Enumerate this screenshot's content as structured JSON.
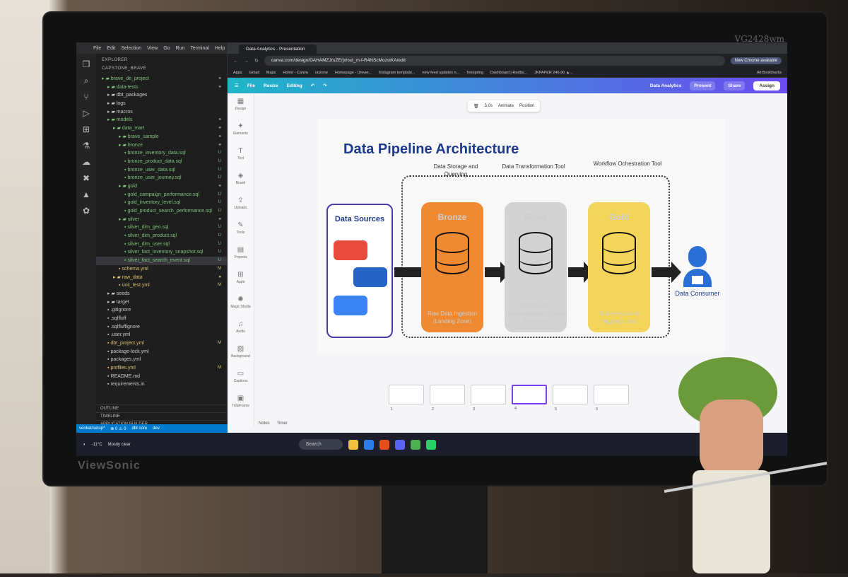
{
  "monitor": {
    "brand": "ViewSonic",
    "model": "VG2428wm"
  },
  "vscode": {
    "menu": [
      "File",
      "Edit",
      "Selection",
      "View",
      "Go",
      "Run",
      "Terminal",
      "Help"
    ],
    "explorer_label": "EXPLORER",
    "project": "CAPSTONE_BRAVE",
    "tree": [
      {
        "name": "brave_de_project",
        "indent": 0,
        "color": "g",
        "icon": "folder",
        "status": "●"
      },
      {
        "name": "data-tests",
        "indent": 1,
        "color": "g",
        "icon": "folder",
        "status": "●"
      },
      {
        "name": "dbt_packages",
        "indent": 1,
        "color": "w",
        "icon": "folder",
        "status": ""
      },
      {
        "name": "logs",
        "indent": 1,
        "color": "w",
        "icon": "folder",
        "status": ""
      },
      {
        "name": "macros",
        "indent": 1,
        "color": "w",
        "icon": "folder",
        "status": ""
      },
      {
        "name": "models",
        "indent": 1,
        "color": "g",
        "icon": "folder",
        "status": "●"
      },
      {
        "name": "data_mart",
        "indent": 2,
        "color": "g",
        "icon": "folder",
        "status": "●"
      },
      {
        "name": "brave_sample",
        "indent": 3,
        "color": "g",
        "icon": "folder",
        "status": "●"
      },
      {
        "name": "bronze",
        "indent": 3,
        "color": "g",
        "icon": "folder",
        "status": "●"
      },
      {
        "name": "bronze_inventory_data.sql",
        "indent": 4,
        "color": "g",
        "icon": "file",
        "status": "U"
      },
      {
        "name": "bronze_product_data.sql",
        "indent": 4,
        "color": "g",
        "icon": "file",
        "status": "U"
      },
      {
        "name": "bronze_user_data.sql",
        "indent": 4,
        "color": "g",
        "icon": "file",
        "status": "U"
      },
      {
        "name": "bronze_user_journey.sql",
        "indent": 4,
        "color": "g",
        "icon": "file",
        "status": "U"
      },
      {
        "name": "gold",
        "indent": 3,
        "color": "g",
        "icon": "folder",
        "status": "●"
      },
      {
        "name": "gold_campaign_performance.sql",
        "indent": 4,
        "color": "g",
        "icon": "file",
        "status": "U"
      },
      {
        "name": "gold_inventory_level.sql",
        "indent": 4,
        "color": "g",
        "icon": "file",
        "status": "U"
      },
      {
        "name": "gold_product_search_performance.sql",
        "indent": 4,
        "color": "g",
        "icon": "file",
        "status": "U"
      },
      {
        "name": "silver",
        "indent": 3,
        "color": "g",
        "icon": "folder",
        "status": "●"
      },
      {
        "name": "silver_dim_geo.sql",
        "indent": 4,
        "color": "g",
        "icon": "file",
        "status": "U"
      },
      {
        "name": "silver_dim_product.sql",
        "indent": 4,
        "color": "g",
        "icon": "file",
        "status": "U"
      },
      {
        "name": "silver_dim_user.sql",
        "indent": 4,
        "color": "g",
        "icon": "file",
        "status": "U"
      },
      {
        "name": "silver_fact_inventory_snapshot.sql",
        "indent": 4,
        "color": "g",
        "icon": "file",
        "status": "U"
      },
      {
        "name": "silver_fact_search_event.sql",
        "indent": 4,
        "color": "g",
        "icon": "file",
        "status": "U"
      },
      {
        "name": "schema.yml",
        "indent": 3,
        "color": "y",
        "icon": "file",
        "status": "M"
      },
      {
        "name": "raw_data",
        "indent": 2,
        "color": "y",
        "icon": "folder",
        "status": "●"
      },
      {
        "name": "unit_test.yml",
        "indent": 3,
        "color": "y",
        "icon": "file",
        "status": "M"
      },
      {
        "name": "seeds",
        "indent": 1,
        "color": "w",
        "icon": "folder",
        "status": ""
      },
      {
        "name": "target",
        "indent": 1,
        "color": "w",
        "icon": "folder",
        "status": ""
      },
      {
        "name": ".gitignore",
        "indent": 1,
        "color": "w",
        "icon": "file",
        "status": ""
      },
      {
        "name": ".sqlfluff",
        "indent": 1,
        "color": "w",
        "icon": "file",
        "status": ""
      },
      {
        "name": ".sqlfluffignore",
        "indent": 1,
        "color": "w",
        "icon": "file",
        "status": ""
      },
      {
        "name": ".user.yml",
        "indent": 1,
        "color": "w",
        "icon": "file",
        "status": ""
      },
      {
        "name": "dbt_project.yml",
        "indent": 1,
        "color": "y",
        "icon": "file",
        "status": "M"
      },
      {
        "name": "package-lock.yml",
        "indent": 1,
        "color": "w",
        "icon": "file",
        "status": ""
      },
      {
        "name": "packages.yml",
        "indent": 1,
        "color": "w",
        "icon": "file",
        "status": ""
      },
      {
        "name": "profiles.yml",
        "indent": 1,
        "color": "y",
        "icon": "file",
        "status": "M"
      },
      {
        "name": "README.md",
        "indent": 1,
        "color": "w",
        "icon": "file",
        "status": ""
      },
      {
        "name": "requirements.in",
        "indent": 1,
        "color": "w",
        "icon": "file",
        "status": ""
      }
    ],
    "panels": [
      "OUTLINE",
      "TIMELINE",
      "APPLICATION BUILDER"
    ],
    "status": {
      "branch": "venkat/setup*",
      "errors": "⊗ 0 ⚠ 0",
      "dbt": "dbt core",
      "env": "dev"
    }
  },
  "browser": {
    "tab_title": "Data Analytics - Presentation",
    "url": "canva.com/design/DAHAMZJruZE/jxhsd_m-f-R4NScMozstKA/edit",
    "new_chrome": "New Chrome available",
    "bookmarks": [
      "Apps",
      "Gmail",
      "Maps",
      "Home - Canva",
      "uozone",
      "Homepage - Univer...",
      "Instagram template...",
      "new feed updates n...",
      "Teespring",
      "Dashboard | Redbu...",
      "JKPAPER 246.90 ▲..."
    ],
    "all_bookmarks": "All Bookmarks"
  },
  "canva": {
    "toolbar": {
      "file": "File",
      "resize": "Resize",
      "editing": "Editing",
      "doc_title": "Data Analytics",
      "present": "Present",
      "share": "Share",
      "assign": "Assign"
    },
    "sidebar": [
      "Design",
      "Elements",
      "Text",
      "Brand",
      "Uploads",
      "Tools",
      "Projects",
      "Apps",
      "Magic Media",
      "Audio",
      "Background",
      "Captions",
      "TidalFrame"
    ],
    "context": {
      "duration": "5.0s",
      "animate": "Animate",
      "position": "Position"
    },
    "slide": {
      "title": "Data Pipeline Architecture",
      "data_sources": "Data Sources",
      "storage_label": "Data Storage and Querying",
      "transform_label": "Data Transformation Tool",
      "workflow_label": "Workflow Ochestration Tool",
      "layers": [
        {
          "name": "Bronze",
          "desc": "Raw Data Ingestion (Landing Zone)",
          "color": "#f08a32"
        },
        {
          "name": "Silver",
          "desc": "Staging and Transformation (Schema Enforced)",
          "color": "#d3d3d3"
        },
        {
          "name": "Gold",
          "desc": "Business-Level Aggregations",
          "color": "#f2d55a"
        }
      ],
      "consumer": "Data Consumer"
    },
    "pages": [
      "1",
      "2",
      "3",
      "4",
      "5",
      "6"
    ],
    "footer": {
      "notes": "Notes",
      "timer": "Timer"
    }
  },
  "taskbar": {
    "weather": "-11°C",
    "weather_desc": "Mostly clear",
    "search": "Search"
  }
}
